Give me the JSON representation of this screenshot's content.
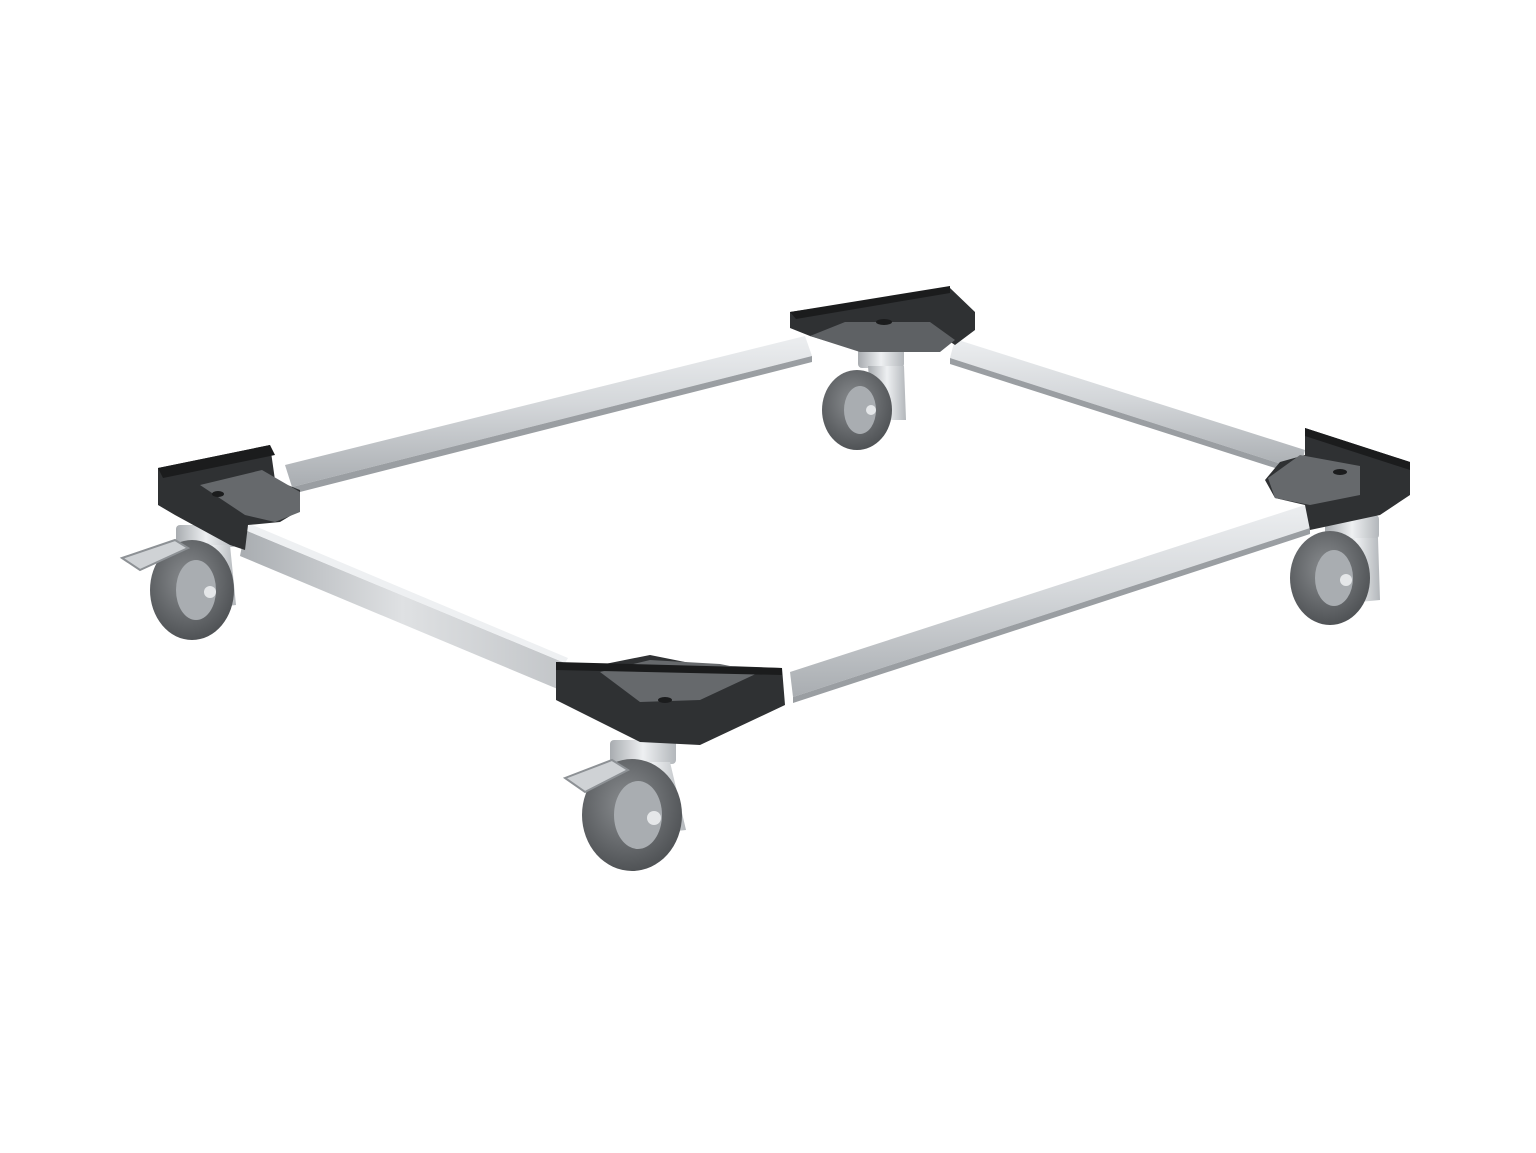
{
  "image": {
    "subject": "dolly-frame",
    "background_color": "#ffffff",
    "colors": {
      "frame_light": "#e2e4e6",
      "frame_mid": "#c4c7ca",
      "frame_dark": "#9ea2a6",
      "corner_plastic": "#2f3133",
      "corner_plastic_dark": "#1b1c1d",
      "corner_floor": "#6a6d70",
      "caster_metal": "#d2d5d8",
      "wheel_rubber": "#6f7275",
      "wheel_hub": "#a9adb1"
    },
    "casters": [
      {
        "position": "back-left",
        "brake": true
      },
      {
        "position": "back-right",
        "brake": false
      },
      {
        "position": "front-left",
        "brake": true
      },
      {
        "position": "front-right",
        "brake": false
      }
    ]
  }
}
